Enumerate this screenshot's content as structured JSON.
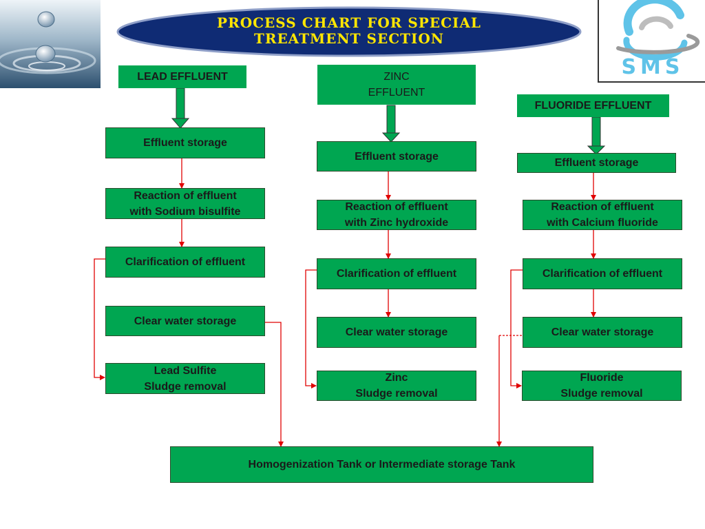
{
  "title": {
    "line1": "PROCESS CHART FOR SPECIAL",
    "line2": "TREATMENT SECTION"
  },
  "logo": {
    "text": "SMS"
  },
  "lead": {
    "header": "LEAD EFFLUENT",
    "storage": "Effluent storage",
    "reaction_line1": "Reaction of effluent",
    "reaction_line2": "with Sodium bisulfite",
    "clarification": "Clarification of effluent",
    "clear_water": "Clear water storage",
    "sludge_line1": "Lead Sulfite",
    "sludge_line2": "Sludge removal"
  },
  "zinc": {
    "header_line1": "ZINC",
    "header_line2": "EFFLUENT",
    "storage": "Effluent storage",
    "reaction_line1": "Reaction of effluent",
    "reaction_line2": "with Zinc hydroxide",
    "clarification": "Clarification of effluent",
    "clear_water": "Clear water storage",
    "sludge_line1": "Zinc",
    "sludge_line2": "Sludge removal"
  },
  "fluoride": {
    "header": "FLUORIDE EFFLUENT",
    "storage": "Effluent storage",
    "reaction_line1": "Reaction of effluent",
    "reaction_line2": "with Calcium fluoride",
    "clarification": "Clarification of effluent",
    "clear_water": "Clear water storage",
    "sludge_line1": "Fluoride",
    "sludge_line2": "Sludge removal"
  },
  "homogenization": "Homogenization Tank or Intermediate storage Tank"
}
